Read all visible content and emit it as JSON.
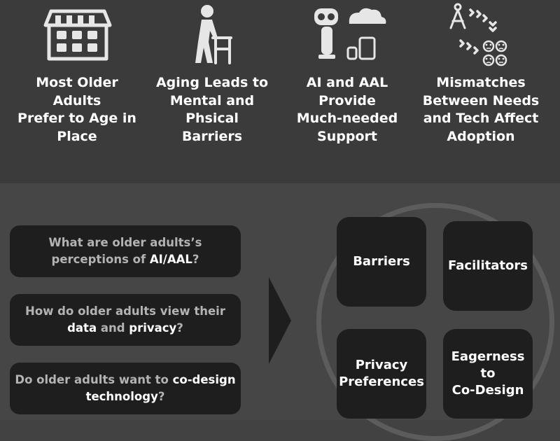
{
  "topics": [
    {
      "title": "Most Older\nAdults\nPrefer to Age in\nPlace",
      "icon": "storefront-house-icon"
    },
    {
      "title": "Aging Leads to\nMental and\nPhsical\nBarriers",
      "icon": "person-with-walker-icon"
    },
    {
      "title": "AI and AAL\nProvide\nMuch-needed\nSupport",
      "icon": "robot-cloud-devices-icon"
    },
    {
      "title": "Mismatches\nBetween Needs\nand Tech Affect\nAdoption",
      "icon": "compass-arrows-faces-icon"
    }
  ],
  "questions": [
    {
      "pre": "What are older adults’s perceptions of ",
      "em1": "AI/AAL",
      "mid": "",
      "em2": "",
      "post": "?"
    },
    {
      "pre": "How do older adults view their ",
      "em1": "data",
      "mid": " and ",
      "em2": "privacy",
      "post": "?"
    },
    {
      "pre": "Do older adults want to ",
      "em1": "co-design technology",
      "mid": "",
      "em2": "",
      "post": "?"
    }
  ],
  "outcomes": [
    {
      "label": "Barriers"
    },
    {
      "label": "Facilitators"
    },
    {
      "label": "Privacy\nPreferences"
    },
    {
      "label": "Eagerness\nto\nCo-Design"
    }
  ],
  "colors": {
    "top_band": "#3b3b3b",
    "bottom_band": "#464646",
    "card": "#1e1e1e",
    "icon": "#e6e6e6",
    "question_text": "#b3b3b3",
    "emphasis_text": "#ffffff",
    "ring": "#5c5c5c"
  }
}
